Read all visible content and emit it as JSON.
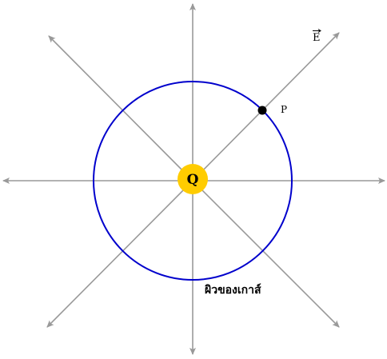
{
  "diagram": {
    "charge_label": "Q",
    "point_label": "P",
    "field_label": "E",
    "surface_label": "ผิวของเกาส์",
    "colors": {
      "field_lines": "#999999",
      "gaussian_surface": "#0000cc",
      "charge_fill": "#ffcc00",
      "point_fill": "#000000",
      "background": "#ffffff"
    }
  }
}
